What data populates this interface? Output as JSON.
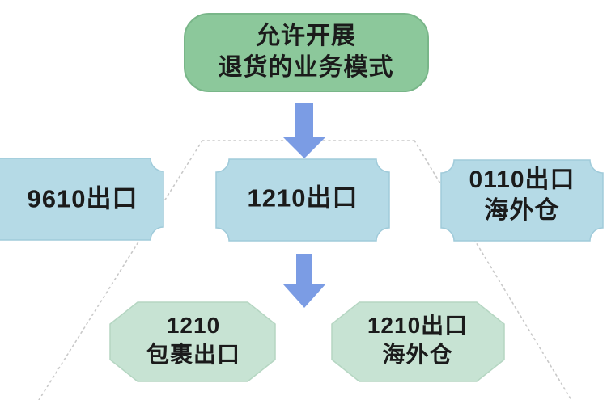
{
  "colors": {
    "background": "#ffffff",
    "root_fill": "#8cc89b",
    "root_stroke": "#79b689",
    "level1_fill": "#b5dae6",
    "level1_stroke": "#a0cbda",
    "level2_fill": "#c7e3d3",
    "level2_stroke": "#b5d6c2",
    "arrow_fill": "#7b9ce4",
    "dotted_line": "#c9c9c9",
    "text": "#1b1b1b"
  },
  "nodes": {
    "root": {
      "line1": "允许开展",
      "line2": "退货的业务模式"
    },
    "export_9610": {
      "label": "9610出口"
    },
    "export_1210": {
      "label": "1210出口"
    },
    "export_0110": {
      "line1": "0110出口",
      "line2": "海外仓"
    },
    "parcel_1210": {
      "line1": "1210",
      "line2": "包裹出口"
    },
    "overseas_1210": {
      "line1": "1210出口",
      "line2": "海外仓"
    }
  }
}
